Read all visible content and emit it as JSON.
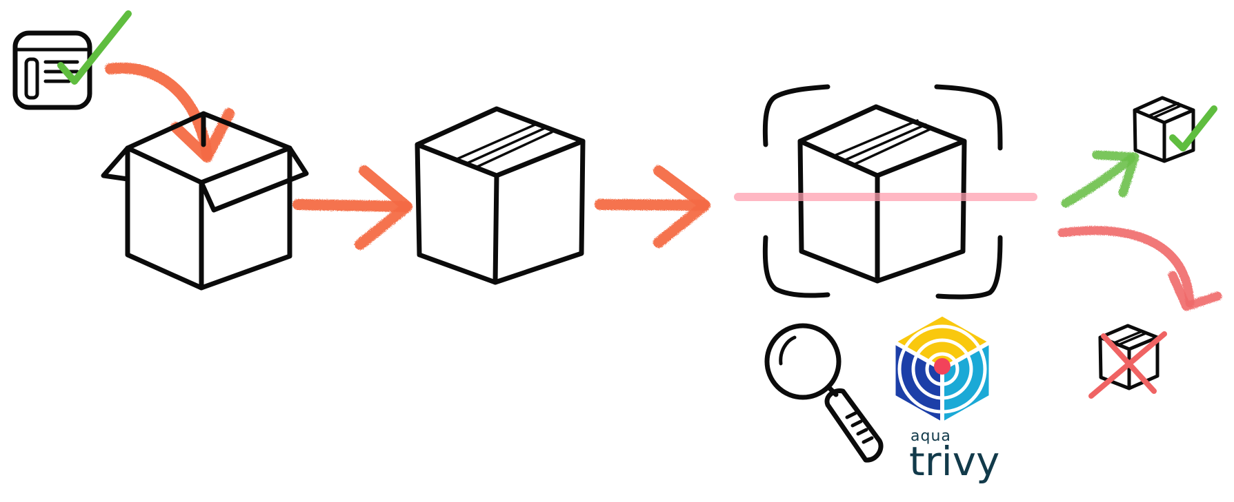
{
  "logo": {
    "vendor": "aqua",
    "product": "trivy",
    "colors": {
      "yellow": "#f9c80e",
      "blue": "#1c3fa8",
      "cyan": "#1ba9d6",
      "dot": "#f2435a",
      "text": "#123a4a"
    }
  },
  "colors": {
    "arrow": "#f46b45",
    "scan_line": "#ff8a9c",
    "pass": "#5fbd3f",
    "fail": "#ef6363"
  },
  "icons": [
    "checklist-document-icon",
    "open-box-icon",
    "sealed-box-icon",
    "scanned-box-icon",
    "magnifying-glass-icon",
    "trivy-logo",
    "approved-box-icon",
    "rejected-box-icon"
  ]
}
